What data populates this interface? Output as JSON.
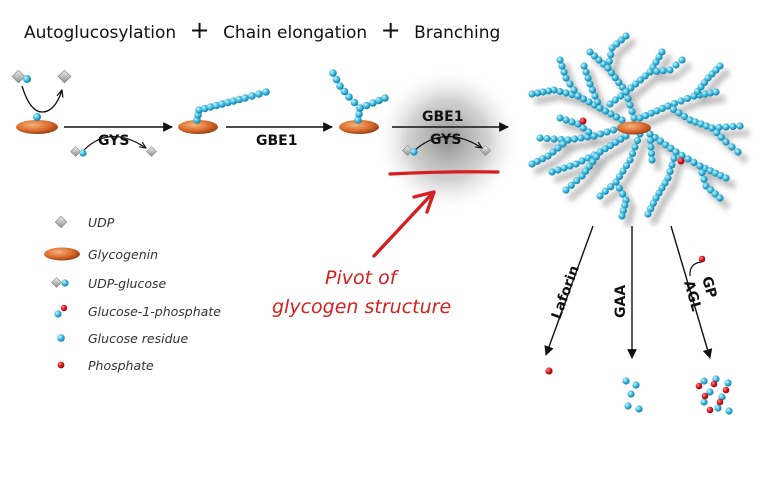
{
  "title_parts": {
    "a": "Autoglucosylation",
    "plus1": "+",
    "b": "Chain elongation",
    "plus2": "+",
    "c": "Branching"
  },
  "enzymes": {
    "gys1": "GYS",
    "gbe1_a": "GBE1",
    "gbe1_b": "GBE1",
    "gys2": "GYS",
    "laforin": "Laforin",
    "gaa": "GAA",
    "gp": "GP",
    "agl": "AGL"
  },
  "legend": [
    {
      "label": "UDP",
      "icon": "udp-diamond-icon"
    },
    {
      "label": "Glycogenin",
      "icon": "glycogenin-ellipse-icon"
    },
    {
      "label": "UDP-glucose",
      "icon": "udp-glucose-icon"
    },
    {
      "label": "Glucose-1-phosphate",
      "icon": "glucose-1-phosphate-icon"
    },
    {
      "label": "Glucose residue",
      "icon": "glucose-residue-icon"
    },
    {
      "label": "Phosphate",
      "icon": "phosphate-dot-icon"
    }
  ],
  "annotation": {
    "line1": "Pivot of",
    "line2": "glycogen structure"
  },
  "colors": {
    "glucose": "#35b6dc",
    "glycogenin": "#d9692a",
    "phosphate": "#d9141c",
    "udp": "#b8b8b8",
    "annotation": "#d42020"
  }
}
